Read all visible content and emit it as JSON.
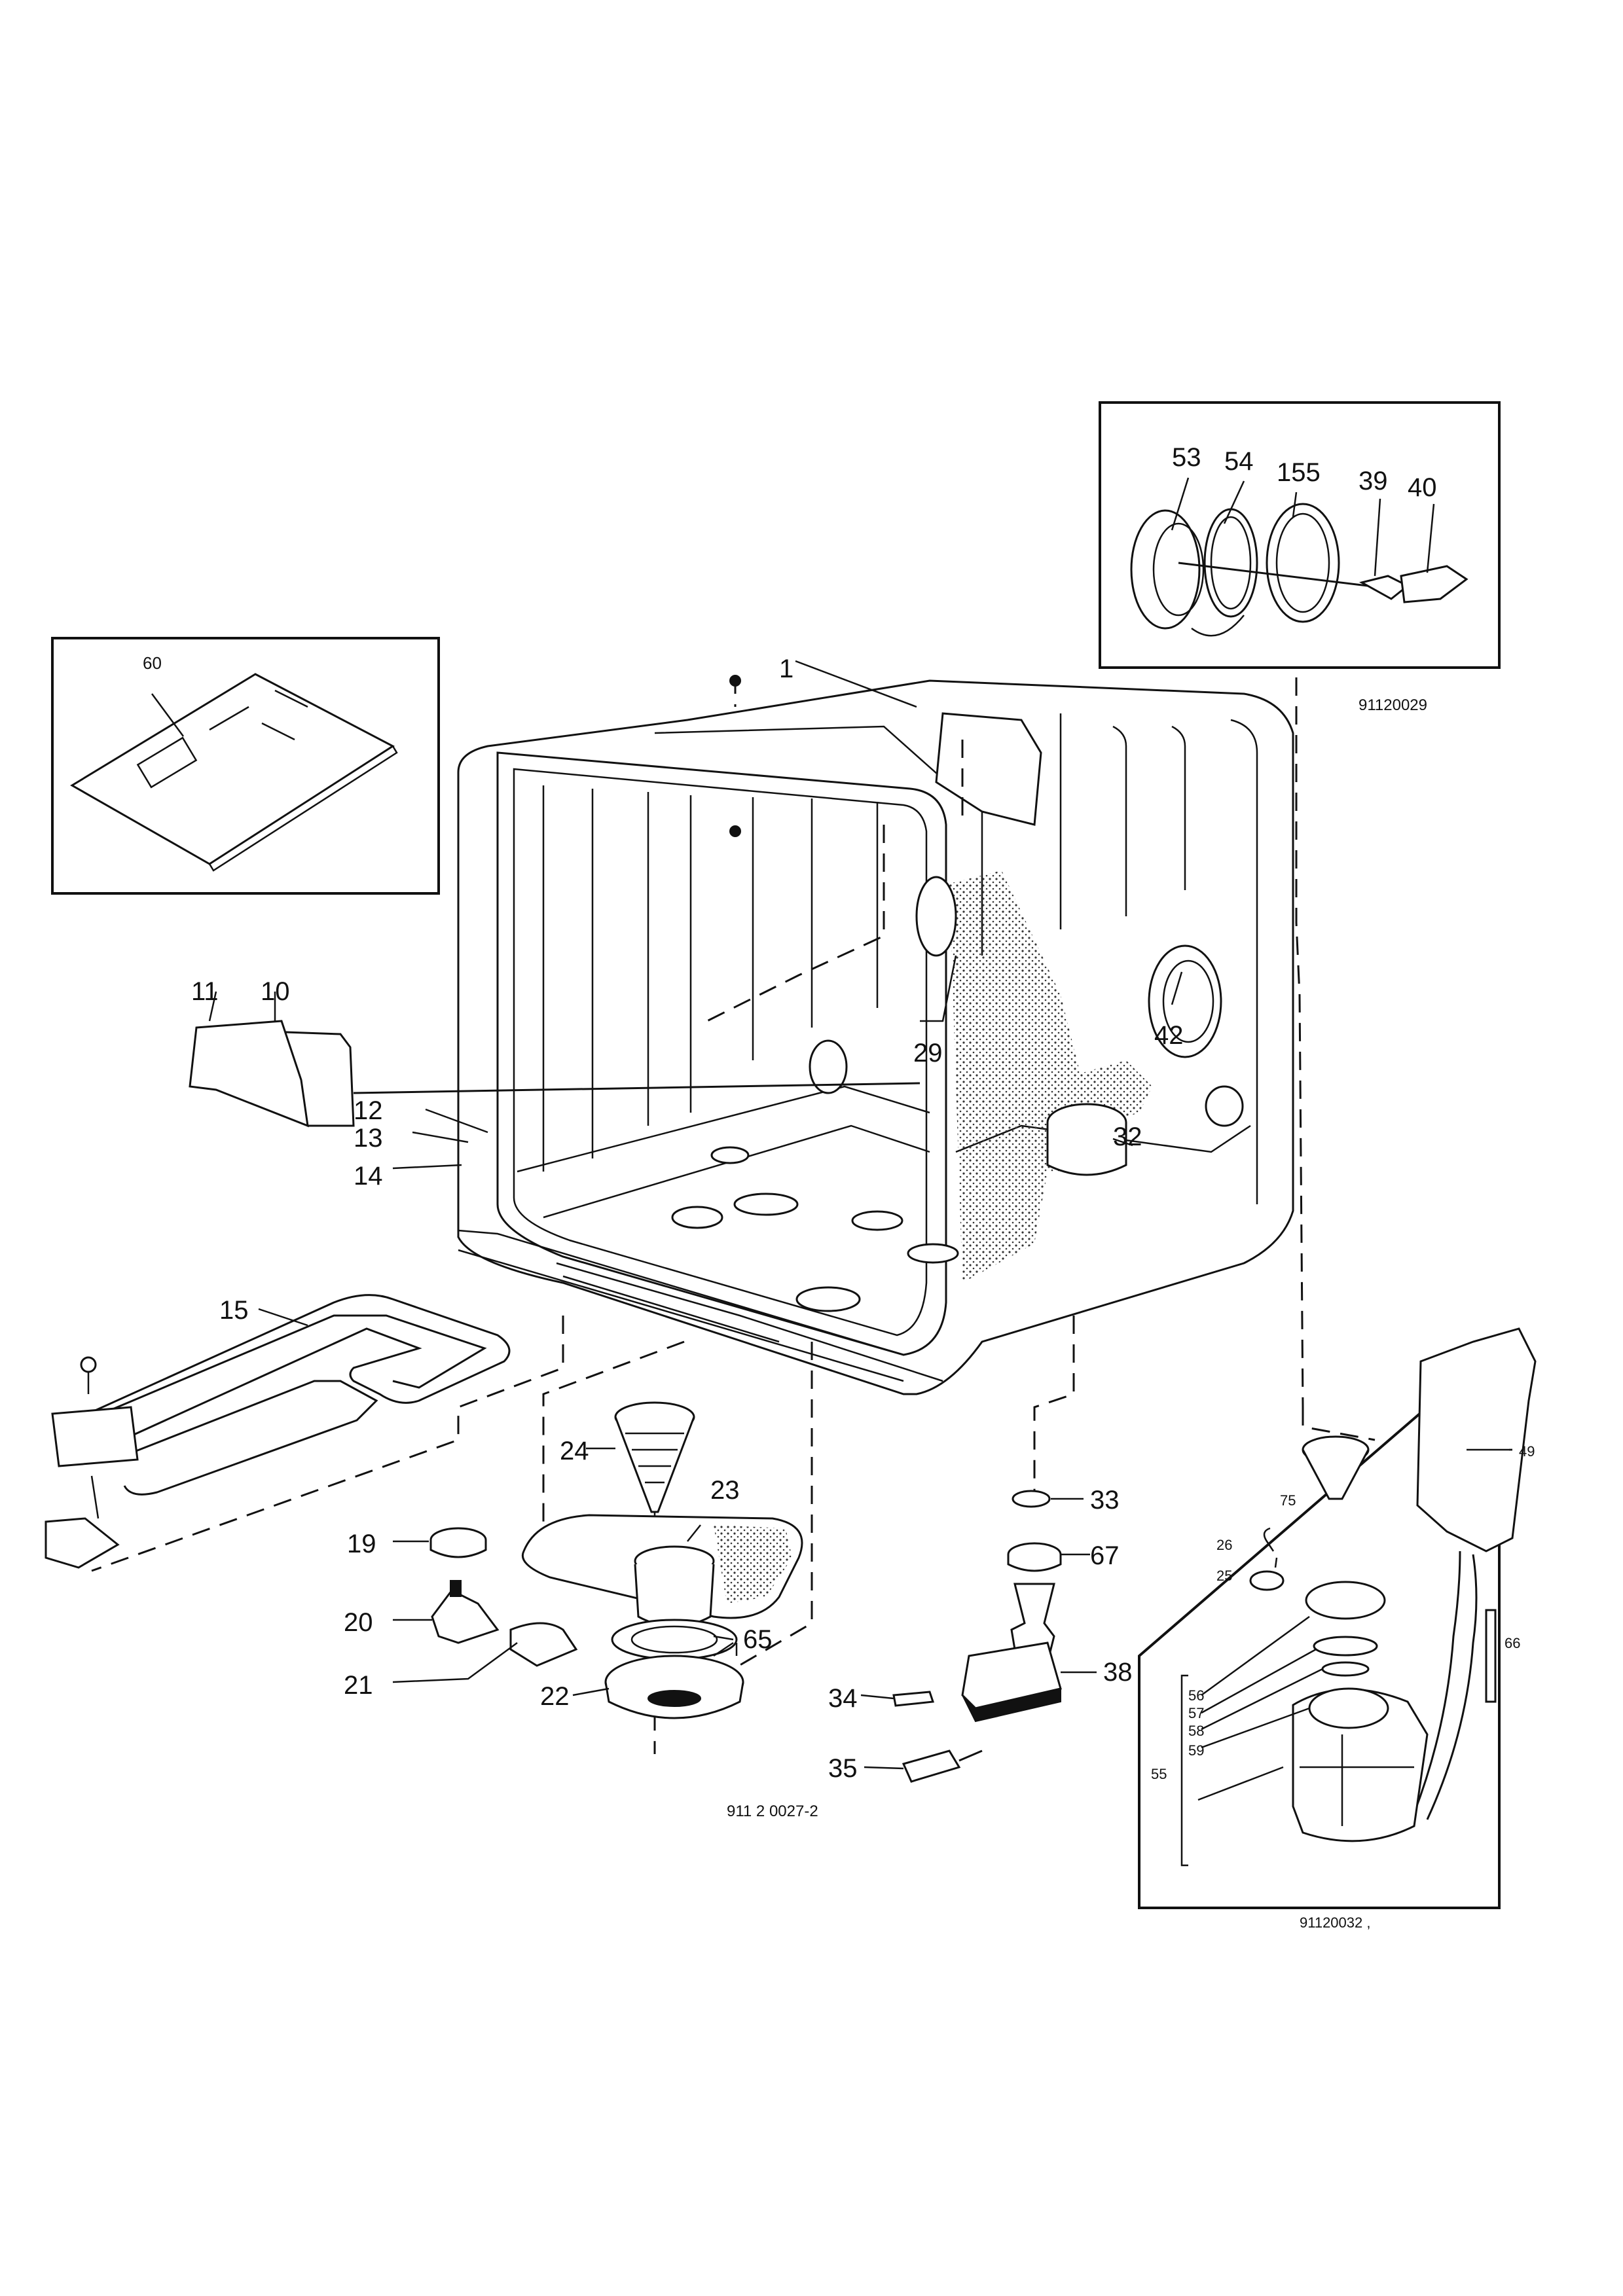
{
  "drawing_codes": {
    "main": "911 2 0027-2",
    "inset_top_right": "91120029",
    "inset_bottom_right": "91120032 ,"
  },
  "part_numbers": {
    "p1": "1",
    "p10": "10",
    "p11": "11",
    "p12": "12",
    "p13": "13",
    "p14": "14",
    "p15": "15",
    "p19": "19",
    "p20": "20",
    "p21": "21",
    "p22": "22",
    "p23": "23",
    "p24": "24",
    "p25": "25",
    "p26": "26",
    "p29": "29",
    "p32": "32",
    "p33": "33",
    "p34": "34",
    "p35": "35",
    "p38": "38",
    "p39": "39",
    "p40": "40",
    "p42": "42",
    "p49": "49",
    "p53": "53",
    "p54": "54",
    "p55": "55",
    "p56": "56",
    "p57": "57",
    "p58": "58",
    "p59": "59",
    "p60": "60",
    "p65": "65",
    "p66": "66",
    "p67": "67",
    "p75": "75",
    "p155": "155"
  }
}
